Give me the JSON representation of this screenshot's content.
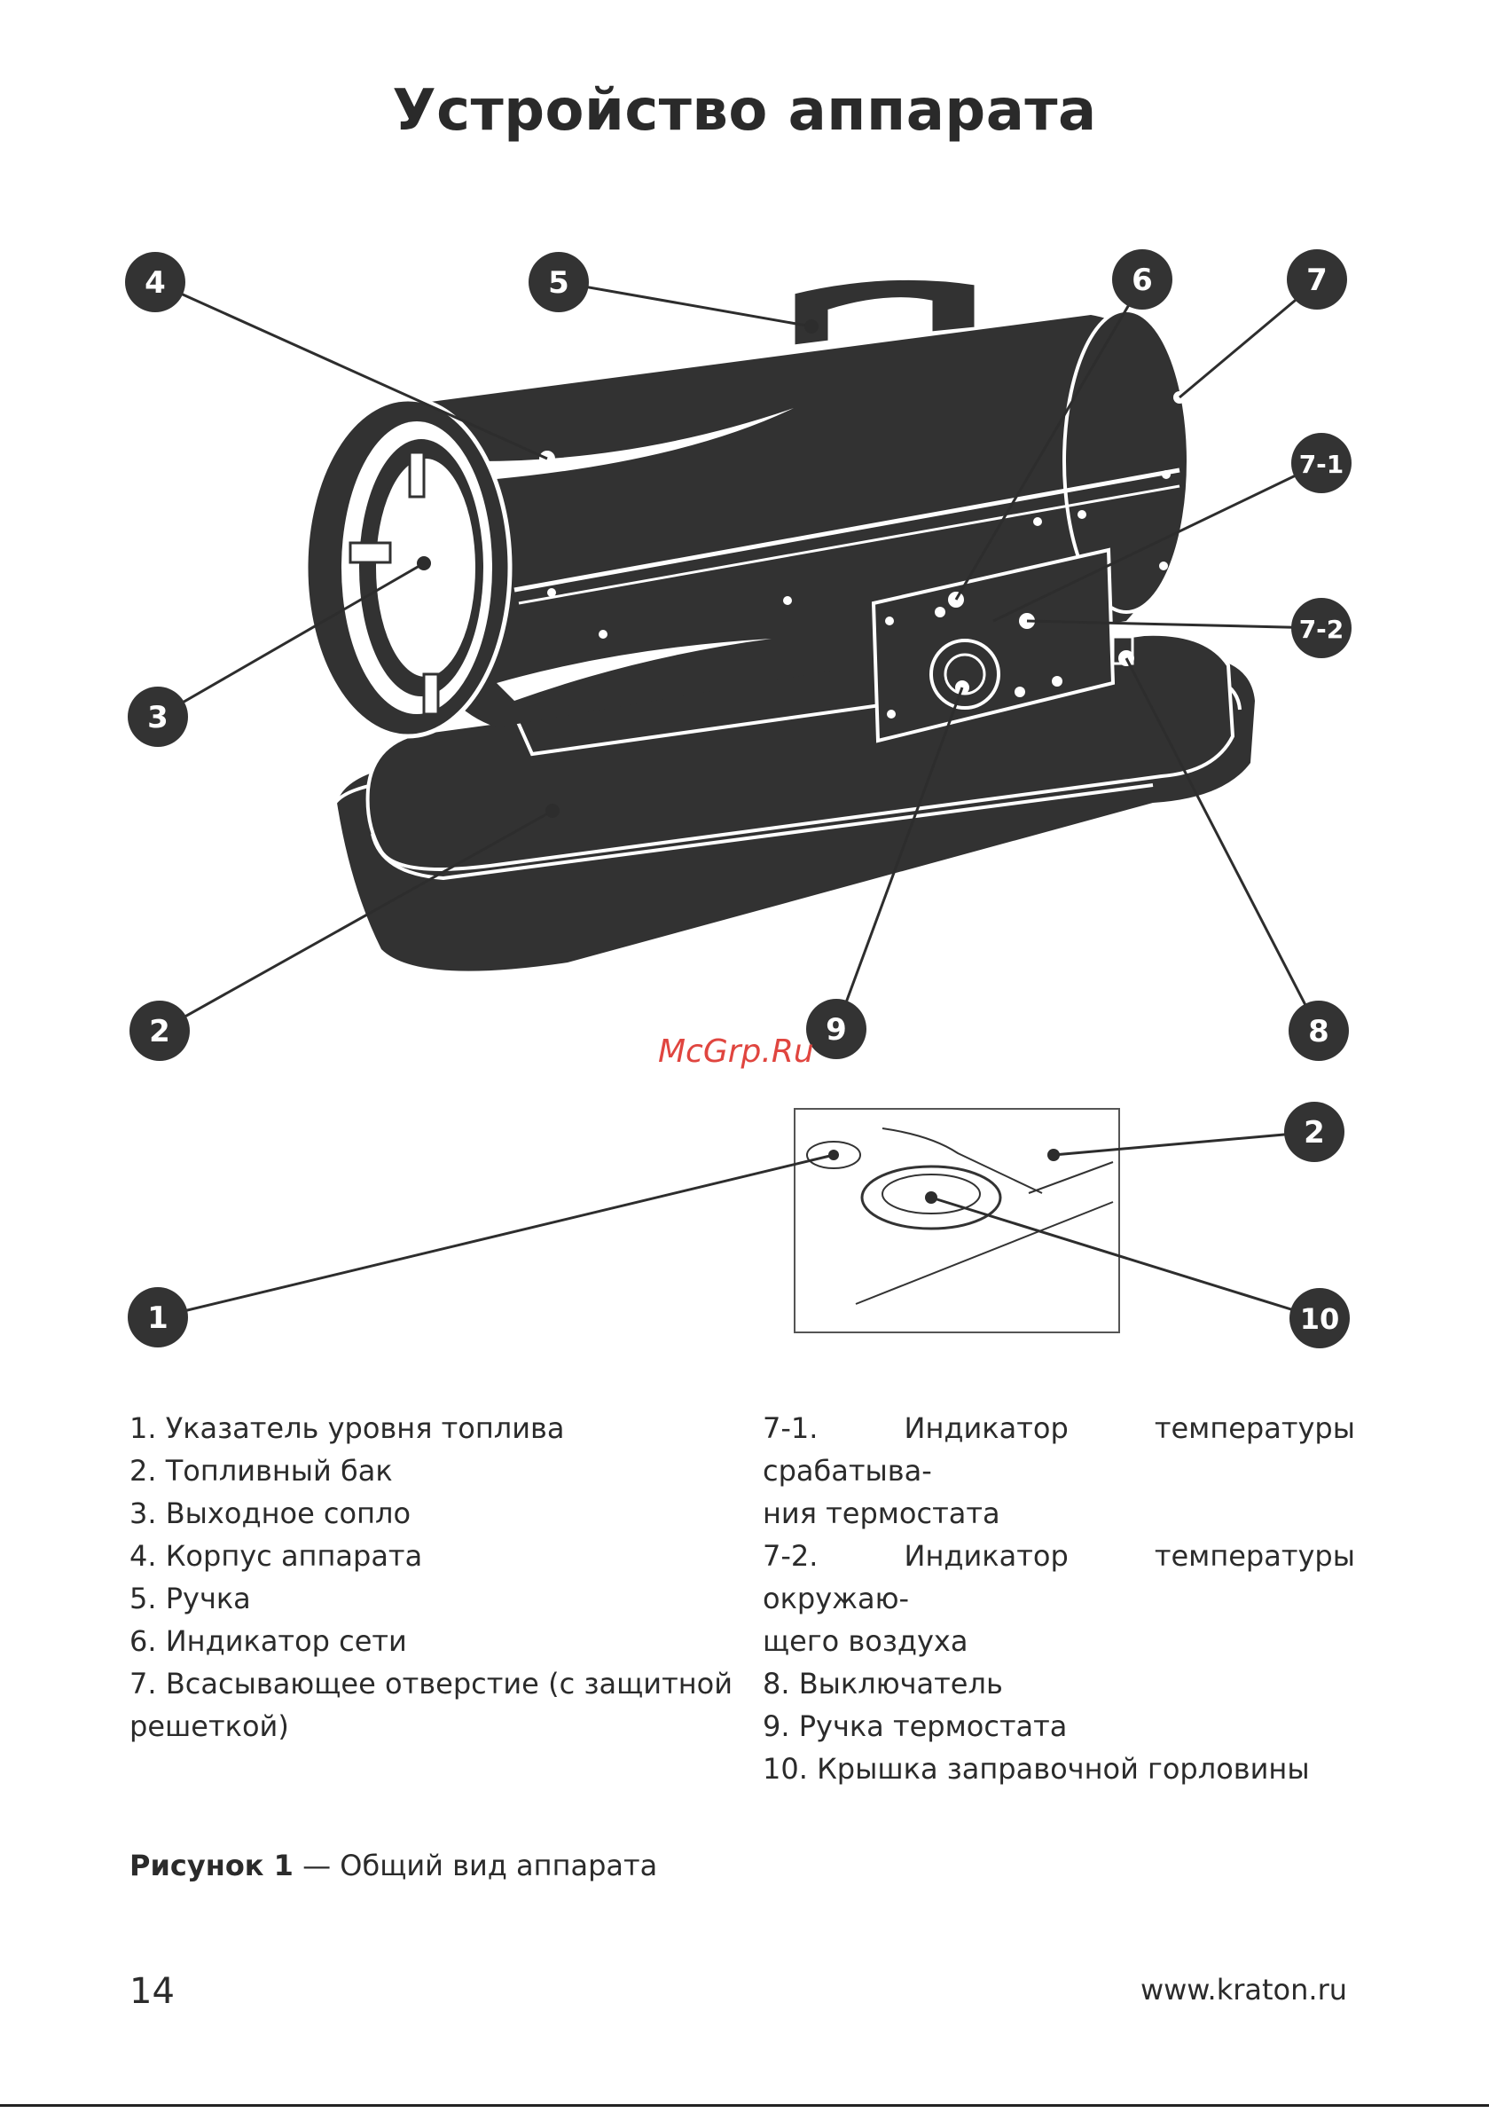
{
  "title": "Устройство аппарата",
  "callouts": {
    "c1": "1",
    "c2": "2",
    "c2b": "2",
    "c3": "3",
    "c4": "4",
    "c5": "5",
    "c6": "6",
    "c7": "7",
    "c71": "7-1",
    "c72": "7-2",
    "c8": "8",
    "c9": "9",
    "c10": "10"
  },
  "watermark": "McGrp.Ru",
  "legend": {
    "left": [
      "1. Указатель уровня топлива",
      "2. Топливный бак",
      "3. Выходное сопло",
      "4. Корпус аппарата",
      "5. Ручка",
      "6. Индикатор сети",
      "7. Всасывающее отверстие (с защитной",
      "решеткой)"
    ],
    "right": [
      "7-1. Индикатор температуры срабатыва-",
      "ния термостата",
      "7-2. Индикатор температуры окружаю-",
      "щего воздуха",
      "8. Выключатель",
      "9. Ручка термостата",
      "10. Крышка заправочной горловины"
    ]
  },
  "caption": {
    "label": "Рисунок 1",
    "text": " — Общий вид аппарата"
  },
  "footer": {
    "page_number": "14",
    "url": "www.kraton.ru"
  },
  "colors": {
    "body": "#323232",
    "callout": "#333333",
    "watermark": "#e0453f"
  }
}
